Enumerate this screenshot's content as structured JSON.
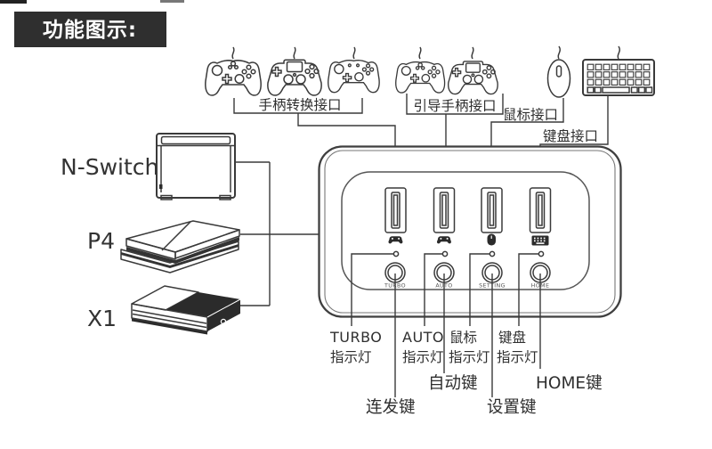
{
  "title": "功能图示:",
  "top_labels": {
    "controller_convert_port": "手柄转换接口",
    "guide_controller_port": "引导手柄接口",
    "mouse_port": "鼠标接口",
    "keyboard_port": "键盘接口"
  },
  "consoles": {
    "nswitch": "N-Switch",
    "p4": "P4",
    "x1": "X1"
  },
  "device": {
    "buttons": [
      "TURBO",
      "AUTO",
      "SETTING",
      "HOME"
    ]
  },
  "bottom_labels": {
    "turbo_led_1": "TURBO",
    "turbo_led_2": "指示灯",
    "auto_led_1": "AUTO",
    "auto_led_2": "指示灯",
    "mouse_led_1": "鼠标",
    "mouse_led_2": "指示灯",
    "keyboard_led_1": "键盘",
    "keyboard_led_2": "指示灯",
    "auto_key": "自动键",
    "home_key": "HOME键",
    "turbo_key": "连发键",
    "setting_key": "设置键"
  },
  "colors": {
    "line": "#3a3a3a",
    "title_bg": "#2f2f2f",
    "dark_fill": "#2b2b2b"
  }
}
